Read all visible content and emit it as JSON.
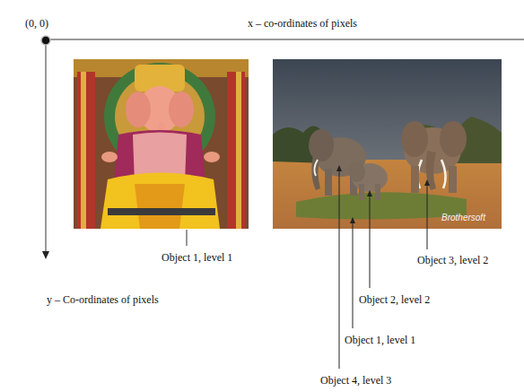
{
  "diagram": {
    "labels": [
      "(0, 0)",
      "x – co-ordinates of pixels",
      "Object 1, level 1",
      "Object 3, level 2",
      "y – Co-ordinates of pixels",
      "Object 2, level 2",
      "Object 1, level 1",
      "Object 4, level 3",
      "Brothersoft"
    ]
  }
}
